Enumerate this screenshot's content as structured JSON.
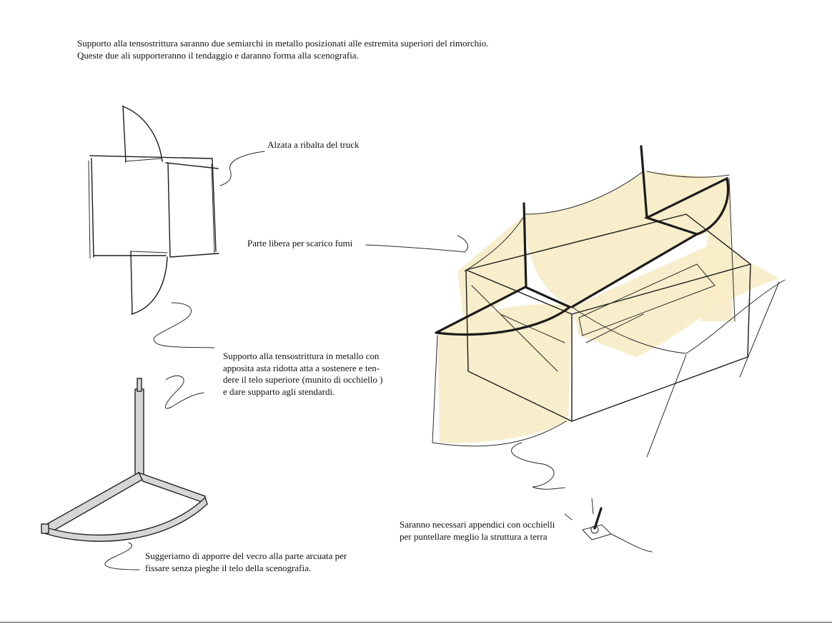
{
  "intro": {
    "line1": "Supporto alla tensostrittura saranno due semiarchi in metallo posizionati alle estremita superiori del rimorchio.",
    "line2": "Queste due ali supporteranno il tendaggio e daranno forma alla scenografia."
  },
  "labels": {
    "alzata": "Alzata a ribalta del truck",
    "parte_libera": "Parte libera per scarico fumi",
    "supporto": {
      "line1": "Supporto alla tensostrittura in metallo con",
      "line2": "apposita asta ridotta atta a sostenere e ten-",
      "line3": "dere il telo superiore (munito di occhiello )",
      "line4": "e dare supparto agli stendardi."
    },
    "suggeriamo": {
      "line1": "Suggeriamo di apporre del vecro alla parte arcuata per",
      "line2": "fissare senza pieghe il telo della scenografia."
    },
    "saranno": {
      "line1": "Saranno necessari appendici con occhielli",
      "line2": "per puntellare meglio la struttura a terra"
    }
  },
  "colors": {
    "fabric": "#f7ecc5",
    "ink": "#1b1b1b",
    "frame": "#d6d6d6"
  }
}
